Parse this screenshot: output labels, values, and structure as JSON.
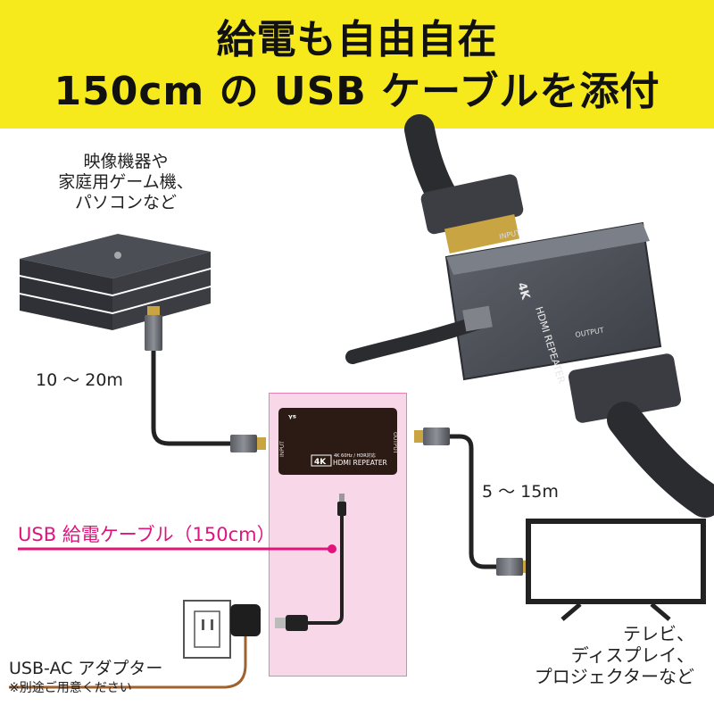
{
  "banner": {
    "line1": "給電も自由自在",
    "line2": "150cm の USB ケーブルを添付"
  },
  "source_label": [
    "映像機器や",
    "家庭用ゲーム機、",
    "パソコンなど"
  ],
  "distance_input": "10 ～ 20m",
  "distance_output": "5 ～ 15m",
  "usb_cable_label": "USB 給電ケーブル（150cm）",
  "adapter_label": "USB-AC アダプター",
  "adapter_note": "※別途ご用意ください",
  "display_label": [
    "テレビ、",
    "ディスプレイ、",
    "プロジェクターなど"
  ],
  "device": {
    "brand_mark": "ᵞˢ",
    "badge": "4K",
    "spec": "4K 60Hz / HDR対応",
    "name": "HDMI REPEATER",
    "input": "INPUT",
    "output": "OUTPUT"
  },
  "colors": {
    "banner_bg": "#f7ea1c",
    "usb_accent": "#e1137d",
    "highlight_box": "#f8d7e8",
    "adapter_cable": "#a0622d"
  }
}
